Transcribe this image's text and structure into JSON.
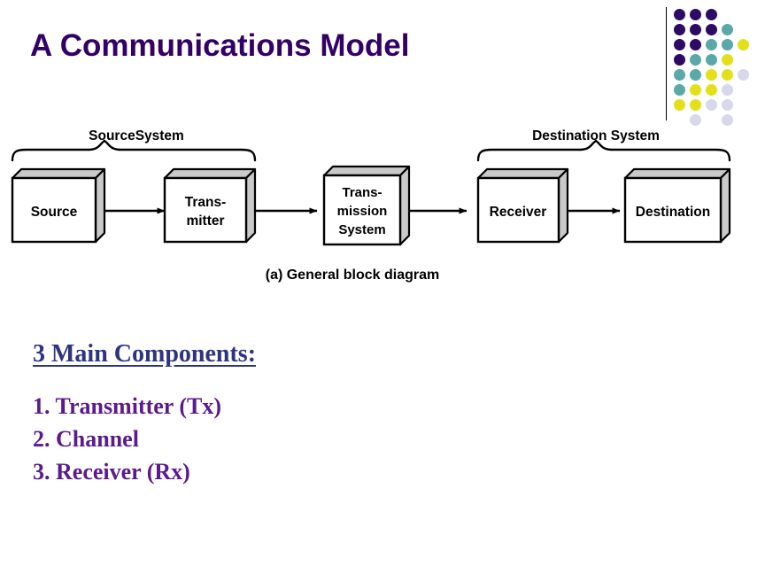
{
  "slide": {
    "title": "A Communications Model"
  },
  "decor": {
    "name": "dot-motif",
    "colors": {
      "purple": "#2d0a63",
      "teal": "#5aa8a8",
      "yellow": "#e3e01a",
      "lavender": "#d8d8ec"
    },
    "rule_color": "#000000",
    "dot_size": 13,
    "col_step": 18,
    "row_step": 17,
    "grid": [
      [
        "purple",
        "purple",
        "purple",
        null,
        null
      ],
      [
        "purple",
        "purple",
        "purple",
        "teal",
        null
      ],
      [
        "purple",
        "purple",
        "teal",
        "teal",
        "yellow"
      ],
      [
        "purple",
        "teal",
        "teal",
        "yellow",
        null
      ],
      [
        "teal",
        "teal",
        "yellow",
        "yellow",
        "lavender"
      ],
      [
        "teal",
        "yellow",
        "yellow",
        "lavender",
        null
      ],
      [
        "yellow",
        "yellow",
        "lavender",
        "lavender",
        null
      ],
      [
        null,
        "lavender",
        null,
        "lavender",
        null
      ]
    ]
  },
  "figure": {
    "name": "general-block-diagram",
    "caption": "(a) General block diagram",
    "braces": [
      {
        "label": "SourceSystem"
      },
      {
        "label": "Destination System"
      }
    ],
    "boxes": [
      {
        "id": "source",
        "lines": [
          "Source"
        ]
      },
      {
        "id": "transmitter",
        "lines": [
          "Trans-",
          "mitter"
        ]
      },
      {
        "id": "transmission",
        "lines": [
          "Trans-",
          "mission",
          "System"
        ]
      },
      {
        "id": "receiver",
        "lines": [
          "Receiver"
        ]
      },
      {
        "id": "destination",
        "lines": [
          "Destination"
        ]
      }
    ],
    "arrows": [
      {
        "from": "source",
        "to": "transmitter"
      },
      {
        "from": "transmitter",
        "to": "transmission"
      },
      {
        "from": "transmission",
        "to": "receiver"
      },
      {
        "from": "receiver",
        "to": "destination"
      }
    ],
    "colors": {
      "box_face": "#ffffff",
      "box_shade": "#c9c9c9",
      "stroke": "#000000",
      "text": "#000000"
    }
  },
  "body": {
    "heading": "3 Main Components:",
    "heading_color": "#2d3580",
    "item_color": "#5b1a8e",
    "items": [
      "1. Transmitter (Tx)",
      "2. Channel",
      "3. Receiver (Rx)"
    ]
  }
}
